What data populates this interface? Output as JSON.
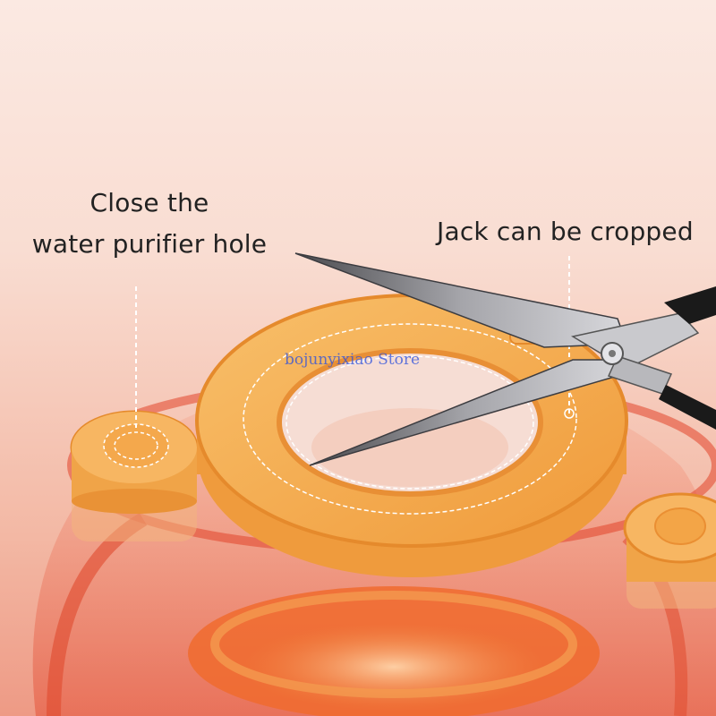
{
  "callouts": {
    "left_line1": "Close the",
    "left_line2": "water purifier hole",
    "right": "Jack can be cropped"
  },
  "watermark": "bojunyixiao Store",
  "colors": {
    "background_top": "#fbe9e2",
    "background_bottom": "#ee9a85",
    "ring_orange": "#f4a644",
    "ring_edge": "#e58a2c",
    "jar_red": "#e2442a",
    "blade_metal": "#7b7b7f",
    "handle_black": "#1a1a1a"
  },
  "icons": {
    "scissors": "scissors-icon"
  }
}
